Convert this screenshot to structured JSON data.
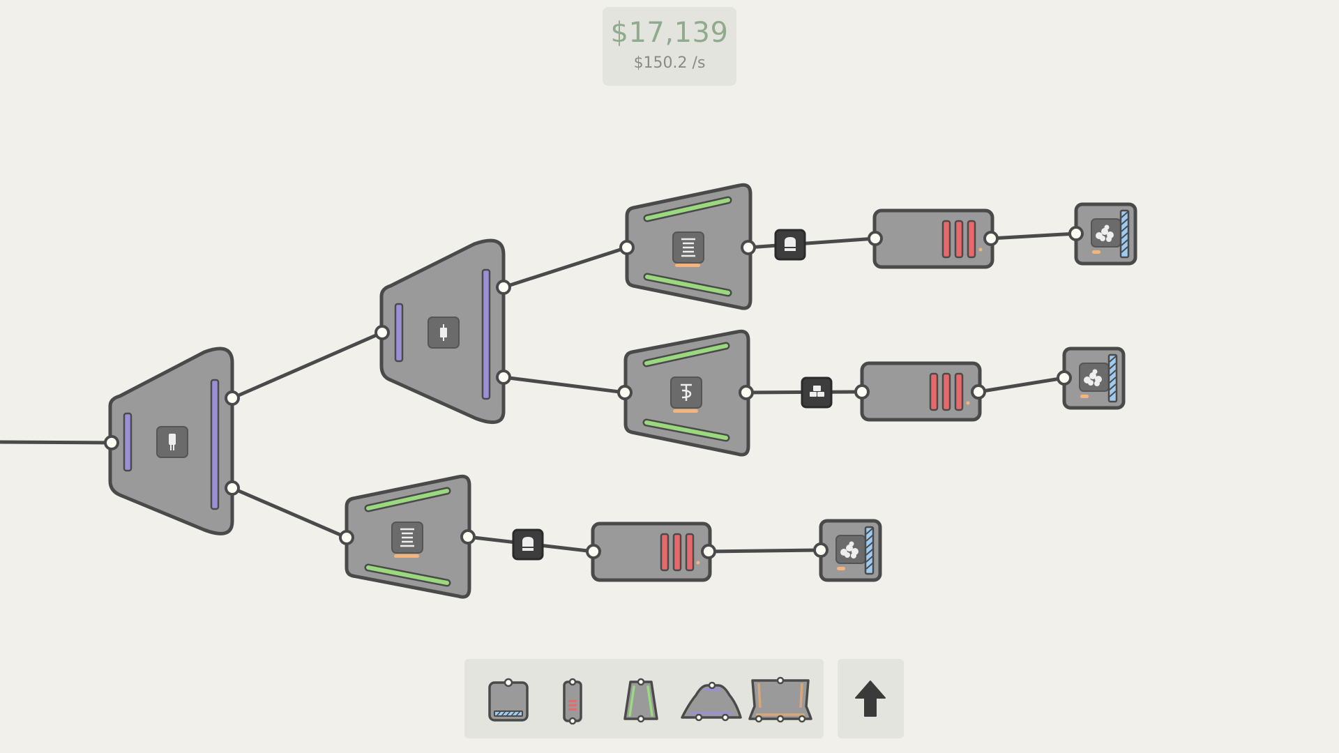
{
  "hud": {
    "money": "$17,139",
    "rate": "$150.2 /s"
  },
  "toolbar": {
    "tools": [
      {
        "name": "seller-tool",
        "icon": "seller-icon"
      },
      {
        "name": "furnace-tool",
        "icon": "furnace-icon"
      },
      {
        "name": "processor-tool",
        "icon": "processor-icon"
      },
      {
        "name": "splitter-tool",
        "icon": "splitter-icon"
      },
      {
        "name": "merger-tool",
        "icon": "merger-icon"
      }
    ],
    "upgrade_icon": "arrow-up-icon"
  },
  "colors": {
    "background": "#f1f0ea",
    "machine_fill": "#9a9a9a",
    "machine_stroke": "#4a4a4a",
    "splitter_accent": "#9b8fd8",
    "processor_accent": "#9bd97f",
    "furnace_accent": "#e8696b",
    "seller_accent": "#9ecbef",
    "money_text": "#8faa8c"
  }
}
